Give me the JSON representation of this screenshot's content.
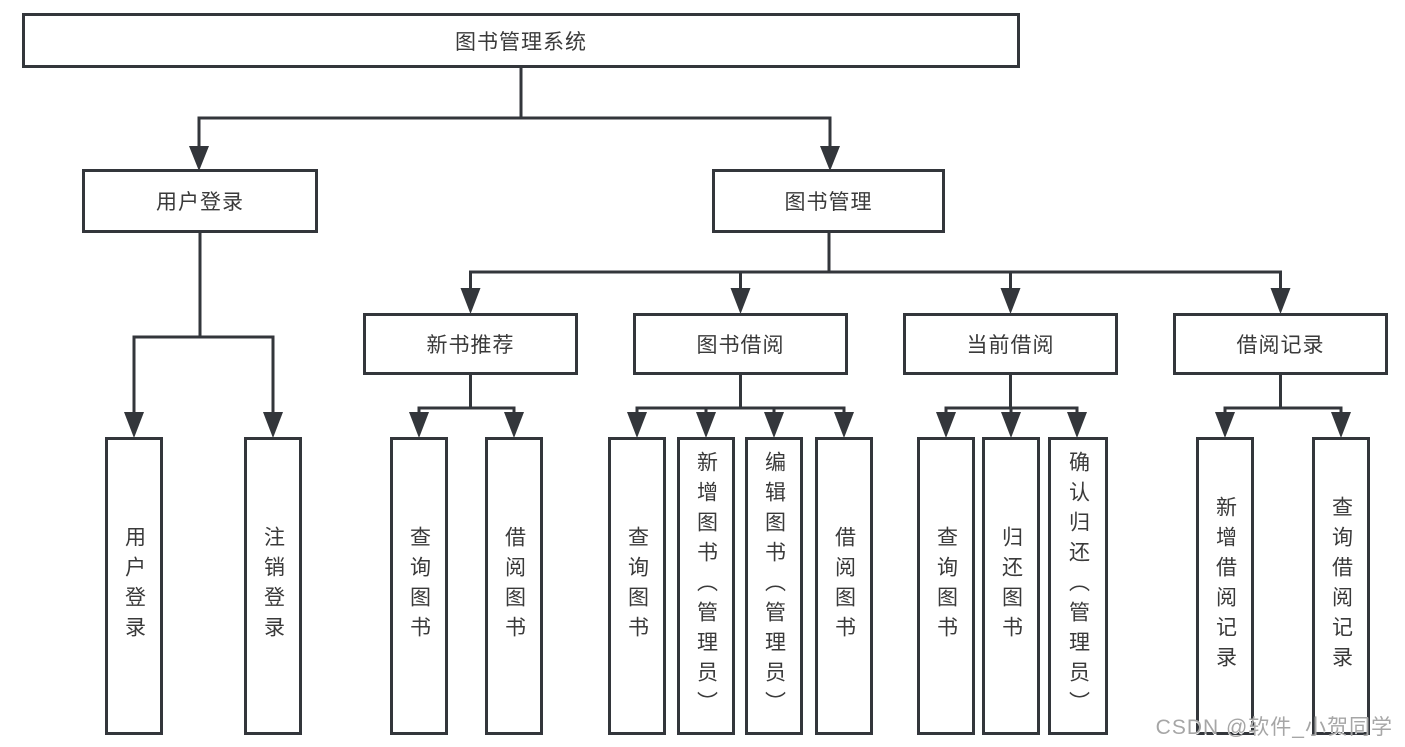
{
  "tree": {
    "root": {
      "label": "图书管理系统",
      "children": [
        {
          "label": "用户登录",
          "children": [
            {
              "label": "用户登录"
            },
            {
              "label": "注销登录"
            }
          ]
        },
        {
          "label": "图书管理",
          "children": [
            {
              "label": "新书推荐",
              "children": [
                {
                  "label": "查询图书"
                },
                {
                  "label": "借阅图书"
                }
              ]
            },
            {
              "label": "图书借阅",
              "children": [
                {
                  "label": "查询图书"
                },
                {
                  "label": "新增图书（管理员）"
                },
                {
                  "label": "编辑图书（管理员）"
                },
                {
                  "label": "借阅图书"
                }
              ]
            },
            {
              "label": "当前借阅",
              "children": [
                {
                  "label": "查询图书"
                },
                {
                  "label": "归还图书"
                },
                {
                  "label": "确认归还（管理员）"
                }
              ]
            },
            {
              "label": "借阅记录",
              "children": [
                {
                  "label": "新增借阅记录"
                },
                {
                  "label": "查询借阅记录"
                }
              ]
            }
          ]
        }
      ]
    }
  },
  "watermark": {
    "text": "CSDN @软件_小贺同学"
  },
  "colors": {
    "line": "#33363b",
    "box_border": "#33363b",
    "text": "#3a3a3a",
    "watermark": "#a6a6a6",
    "background": "#ffffff"
  }
}
